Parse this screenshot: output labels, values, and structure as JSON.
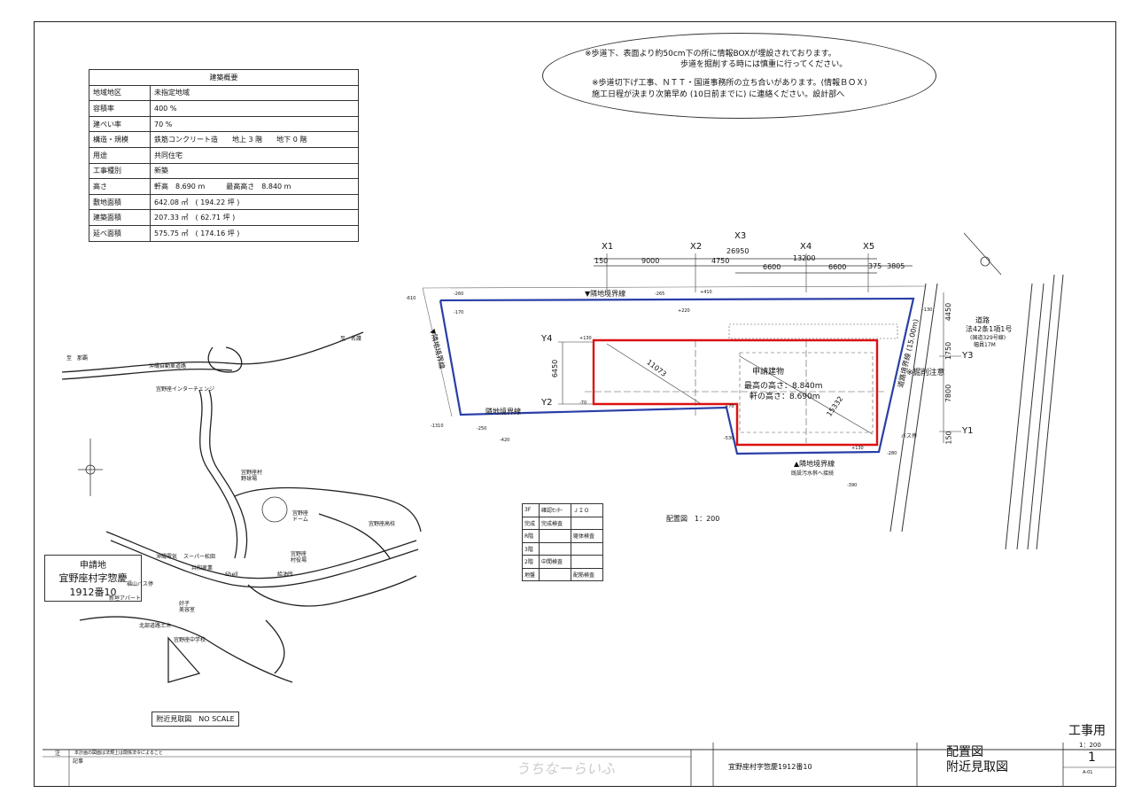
{
  "notes": {
    "line1": "※歩道下、表面より約50cm下の所に情報BOXが埋設されております。",
    "line2": "歩道を掘削する時には慎重に行ってください。",
    "line3": "※歩道切下げ工事、ＮＴＴ・国道事務所の立ち合いがあります。(情報ＢＯＸ)",
    "line4": "施工日程が決まり次第早め (10日前までに) に連絡ください。設計部へ"
  },
  "summary": {
    "header": "建築概要",
    "rows": [
      {
        "k": "地域地区",
        "v": "未指定地域"
      },
      {
        "k": "容積率",
        "v": "400 %"
      },
      {
        "k": "建ぺい率",
        "v": "70 %"
      },
      {
        "k": "構造・規模",
        "v": "鉄筋コンクリート造　　地上 3 階　　地下 0 階"
      },
      {
        "k": "用途",
        "v": "共同住宅"
      },
      {
        "k": "工事種別",
        "v": "新築"
      },
      {
        "k": "高さ",
        "v": "軒高　8.690 m　　　最高高さ　8.840 m"
      },
      {
        "k": "敷地面積",
        "v": "642.08 ㎡　( 194.22 坪 )"
      },
      {
        "k": "建築面積",
        "v": "207.33 ㎡　( 62.71 坪 )"
      },
      {
        "k": "延べ面積",
        "v": "575.75 ㎡　( 174.16 坪 )"
      }
    ]
  },
  "grid": {
    "x_labels": [
      "X1",
      "X2",
      "X3",
      "X4",
      "X5"
    ],
    "total": "26950",
    "dims_top": [
      "150",
      "9000",
      "4750",
      "13200",
      "375",
      "3805"
    ],
    "dims_mid": [
      "6600",
      "6600"
    ],
    "y_labels": [
      "Y4",
      "Y2",
      "Y3",
      "Y1"
    ],
    "dim_y_left": "6450",
    "dims_y_right": [
      "4450",
      "1750",
      "7800",
      "150"
    ]
  },
  "plan": {
    "building_title": "申請建物",
    "max_height": "最高の高さ：8.840m",
    "eave_height": "軒の高さ：8.690m",
    "diag1": "11073",
    "diag2": "15332",
    "boundary_top": "▼隣地境界線",
    "boundary_left": "▼隣地境界線",
    "boundary_mid": "隣地境界線",
    "boundary_bottom": "▲隣地境界線",
    "boundary_right": "道路境界線 (15.00m)",
    "excavation": "※掘削注意",
    "road_title": "道路",
    "road_law": "法42条1項1号",
    "road_route": "(国道329号線)",
    "road_width": "幅員17M",
    "drain": "既設汚水桝へ接続",
    "bus_stop": "バス停",
    "scale": "配置図　1：200",
    "levels": [
      "-610",
      "-260",
      "-170",
      "-265",
      "+410",
      "+220",
      "-130",
      "+130",
      "-70",
      "-1310",
      "+70",
      "-420",
      "-250",
      "-530",
      "+130",
      "-280",
      "-390"
    ]
  },
  "inspection": {
    "rows": [
      {
        "k": "3F",
        "v1": "確認ｾﾝﾀｰ",
        "v2": "ＪＩＯ"
      },
      {
        "k": "完成",
        "v1": "完成検査",
        "v2": ""
      },
      {
        "k": "R階",
        "v1": "",
        "v2": "躯体検査"
      },
      {
        "k": "3階",
        "v1": "",
        "v2": ""
      },
      {
        "k": "2階",
        "v1": "中間検査",
        "v2": ""
      },
      {
        "k": "地盤",
        "v1": "",
        "v2": "配筋検査"
      }
    ]
  },
  "map": {
    "site_label": "申請地",
    "site_address": "宜野座村字惣慶1912番10",
    "caption": "附近見取図　NO SCALE",
    "labels": [
      "至　那覇",
      "至　名護",
      "沖縄自動車道路",
      "宜野座インターチェンジ",
      "宜野座村\n野球場",
      "宜野座\nドーム",
      "宜野座高校",
      "宜野座\n村役場",
      "給油所",
      "Shell",
      "沖縄電気",
      "スーパー松田",
      "共和産業",
      "福山バス停",
      "新垣アパート",
      "好子\n美容室",
      "北部道路土木",
      "宜野座中学校"
    ]
  },
  "titleblock": {
    "note_label": "注",
    "note_text": "本計画の図面は法規上は関係法令によること",
    "record_label": "記事",
    "address": "宜野座村字惣慶1912番10",
    "watermark": "うちなーらいふ",
    "drawing_title1": "配置図",
    "drawing_title2": "附近見取図",
    "usage": "工事用",
    "scale": "1：200",
    "sheet_no": "1",
    "code": "A-01"
  }
}
